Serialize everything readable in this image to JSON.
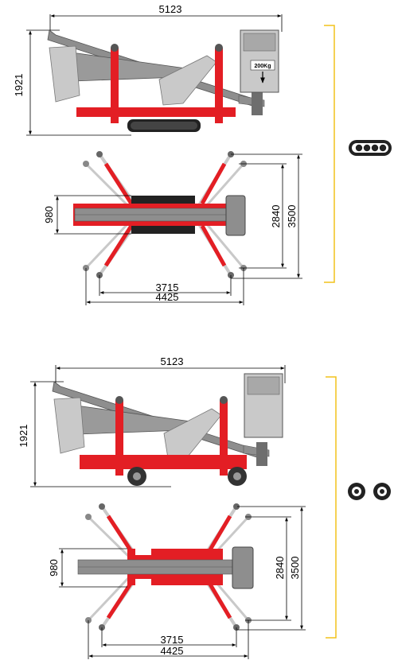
{
  "colors": {
    "machine_red": "#e31e24",
    "boom_gray": "#8e8e8e",
    "light_gray": "#c9c9c9",
    "dark_gray": "#555555",
    "bracket_yellow": "#f2c21b",
    "track_black": "#222222"
  },
  "tracked_version": {
    "side_view": {
      "overall_length": "5123",
      "height": "1921",
      "basket_load_label": "200Kg"
    },
    "top_view": {
      "chassis_width": "980",
      "outrigger_span_inner": "2840",
      "outrigger_span_outer": "3500",
      "outrigger_length_inner": "3715",
      "outrigger_length_outer": "4425"
    },
    "undercarriage_icon": "crawler-track-icon"
  },
  "wheeled_version": {
    "side_view": {
      "overall_length": "5123",
      "height": "1921"
    },
    "top_view": {
      "chassis_width": "980",
      "outrigger_span_inner": "2840",
      "outrigger_span_outer": "3500",
      "outrigger_length_inner": "3715",
      "outrigger_length_outer": "4425"
    },
    "undercarriage_icon": "wheels-icon"
  }
}
